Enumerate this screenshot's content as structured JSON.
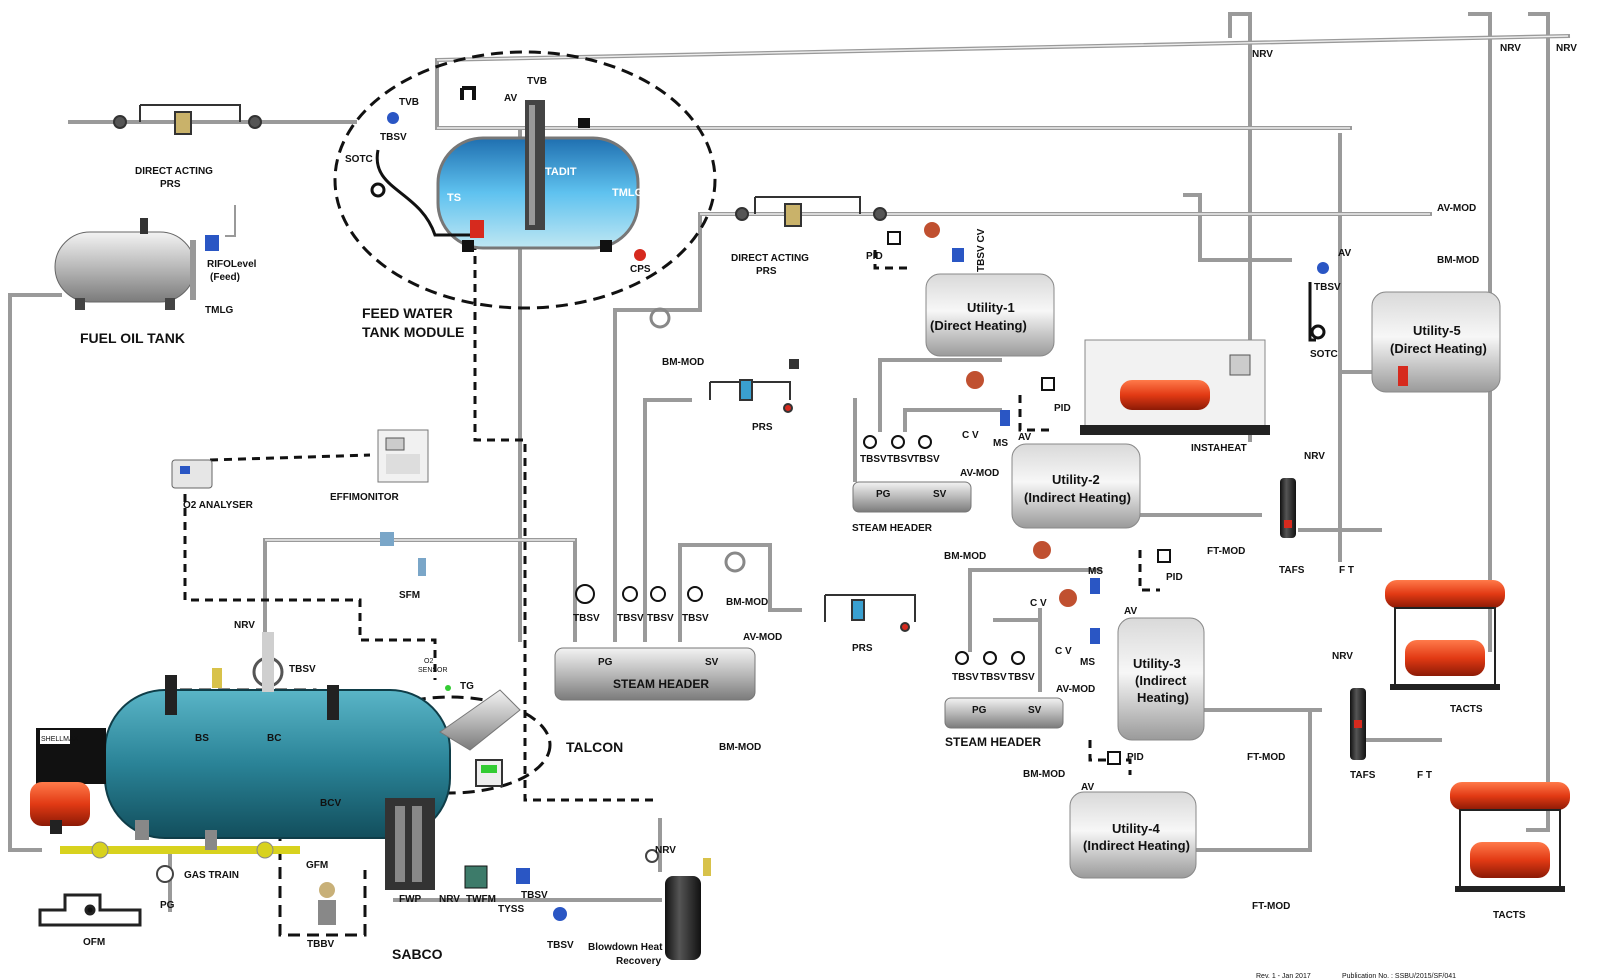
{
  "labels": {
    "direct_acting_prs_1": [
      "DIRECT ACTING",
      "PRS"
    ],
    "direct_acting_prs_2": [
      "DIRECT ACTING",
      "PRS"
    ],
    "fuel_oil_tank": "FUEL OIL TANK",
    "rifo_level": [
      "RIFOLevel",
      "(Feed)"
    ],
    "tmlg": "TMLG",
    "feed_water_module": [
      "FEED WATER",
      "TANK MODULE"
    ],
    "tvb": "TVB",
    "tbsv": "TBSV",
    "sotc": "SOTC",
    "av": "AV",
    "ts": "TS",
    "tadit": "TADIT",
    "cps": "CPS",
    "bm_mod": "BM-MOD",
    "pid": "PID",
    "tbsv_cv": "TBSV CV",
    "utility1": [
      "Utility-1",
      "(Direct Heating)"
    ],
    "utility2": [
      "Utility-2",
      "(Indirect Heating)"
    ],
    "utility3": [
      "Utility-3",
      "(Indirect",
      "Heating)"
    ],
    "utility4": [
      "Utility-4",
      "(Indirect Heating)"
    ],
    "utility5": [
      "Utility-5",
      "(Direct Heating)"
    ],
    "prs": "PRS",
    "cv": "C V",
    "ms": "MS",
    "instaheat": "INSTAHEAT",
    "pg": "PG",
    "sv": "SV",
    "av_mod": "AV-MOD",
    "steam_header": "STEAM HEADER",
    "nrv": "NRV",
    "tafs": "TAFS",
    "ft": "F T",
    "ft_mod": "FT-MOD",
    "tacts": "TACTS",
    "o2_analyser": "O2  ANALYSER",
    "effimonitor": "EFFIMONITOR",
    "sfm": "SFM",
    "o2_sensor": [
      "O2",
      "SENSOR"
    ],
    "tg": "TG",
    "talcon": "TALCON",
    "bs": "BS",
    "bc": "BC",
    "bcv": "BCV",
    "gfm": "GFM",
    "gas_train": "GAS TRAIN",
    "ofm": "OFM",
    "tbbv": "TBBV",
    "sabco": "SABCO",
    "fwp": "FWP",
    "twfm": "TWFM",
    "tyss": "TYSS",
    "blowdown": [
      "Blowdown Heat",
      "Recovery"
    ],
    "shellmax": "SHELLMAX",
    "rev": "Rev. 1 - Jan 2017",
    "publication": "Publication No. : SSBU/2015/SF/041"
  },
  "colors": {
    "pipe": "#c8c8c8",
    "pipe_edge": "#8a8a8a",
    "tank_water": "#3fa3d8",
    "boiler": "#2c8aa0",
    "burner": "#c0131a",
    "gas_pipe": "#d8d21e",
    "tacts_red": "#e8401c",
    "valve_blue": "#2a56c4"
  },
  "icons": [
    "valve-icon",
    "pressure-gauge-icon",
    "steam-trap-icon",
    "wheel-valve-icon",
    "controller-icon"
  ]
}
